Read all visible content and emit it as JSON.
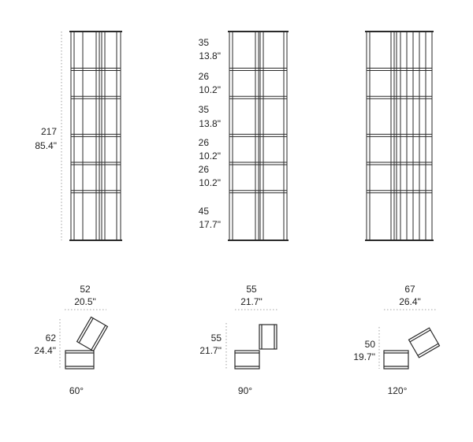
{
  "towers": {
    "left_height": {
      "cm": "217",
      "in": "85.4\""
    },
    "shelves": [
      {
        "cm": "35",
        "in": "13.8\""
      },
      {
        "cm": "26",
        "in": "10.2\""
      },
      {
        "cm": "35",
        "in": "13.8\""
      },
      {
        "cm": "26",
        "in": "10.2\""
      },
      {
        "cm": "26",
        "in": "10.2\""
      },
      {
        "cm": "45",
        "in": "17.7\""
      }
    ]
  },
  "configs": [
    {
      "width": {
        "cm": "52",
        "in": "20.5\""
      },
      "depth": {
        "cm": "62",
        "in": "24.4\""
      },
      "angle": "60°"
    },
    {
      "width": {
        "cm": "55",
        "in": "21.7\""
      },
      "depth": {
        "cm": "55",
        "in": "21.7\""
      },
      "angle": "90°"
    },
    {
      "width": {
        "cm": "67",
        "in": "26.4\""
      },
      "depth": {
        "cm": "50",
        "in": "19.7\""
      },
      "angle": "120°"
    }
  ],
  "colors": {
    "line": "#2a2a2a",
    "dim_line": "#888888",
    "background": "#ffffff"
  }
}
